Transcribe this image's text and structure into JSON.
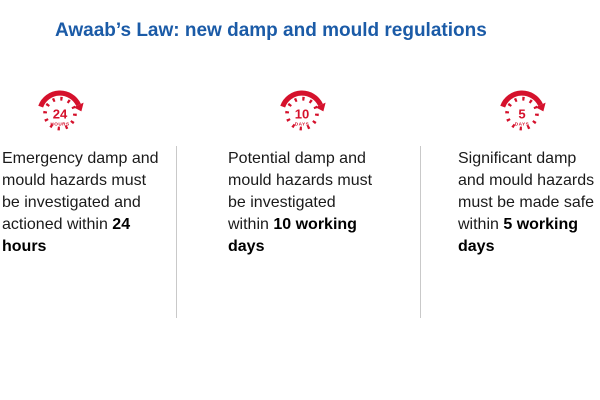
{
  "title": "Awaab’s Law: new damp and mould regulations",
  "colors": {
    "accent_blue": "#1b5ba7",
    "accent_red": "#d5112c",
    "divider_grey": "#c9c9c9"
  },
  "columns": [
    {
      "icon": "stopwatch-24-hours-icon",
      "icon_value": "24",
      "icon_unit": "HOURS",
      "text_before": "Emergency damp and mould hazards must be investigated and actioned within ",
      "text_bold": "24 hours"
    },
    {
      "icon": "stopwatch-10-days-icon",
      "icon_value": "10",
      "icon_unit": "DAYS",
      "text_before": "Potential damp and mould hazards must be investigated within ",
      "text_bold": "10 working days"
    },
    {
      "icon": "stopwatch-5-days-icon",
      "icon_value": "5",
      "icon_unit": "DAYS",
      "text_before": "Significant damp and mould hazards must be made safe within ",
      "text_bold": "5 working days"
    }
  ]
}
